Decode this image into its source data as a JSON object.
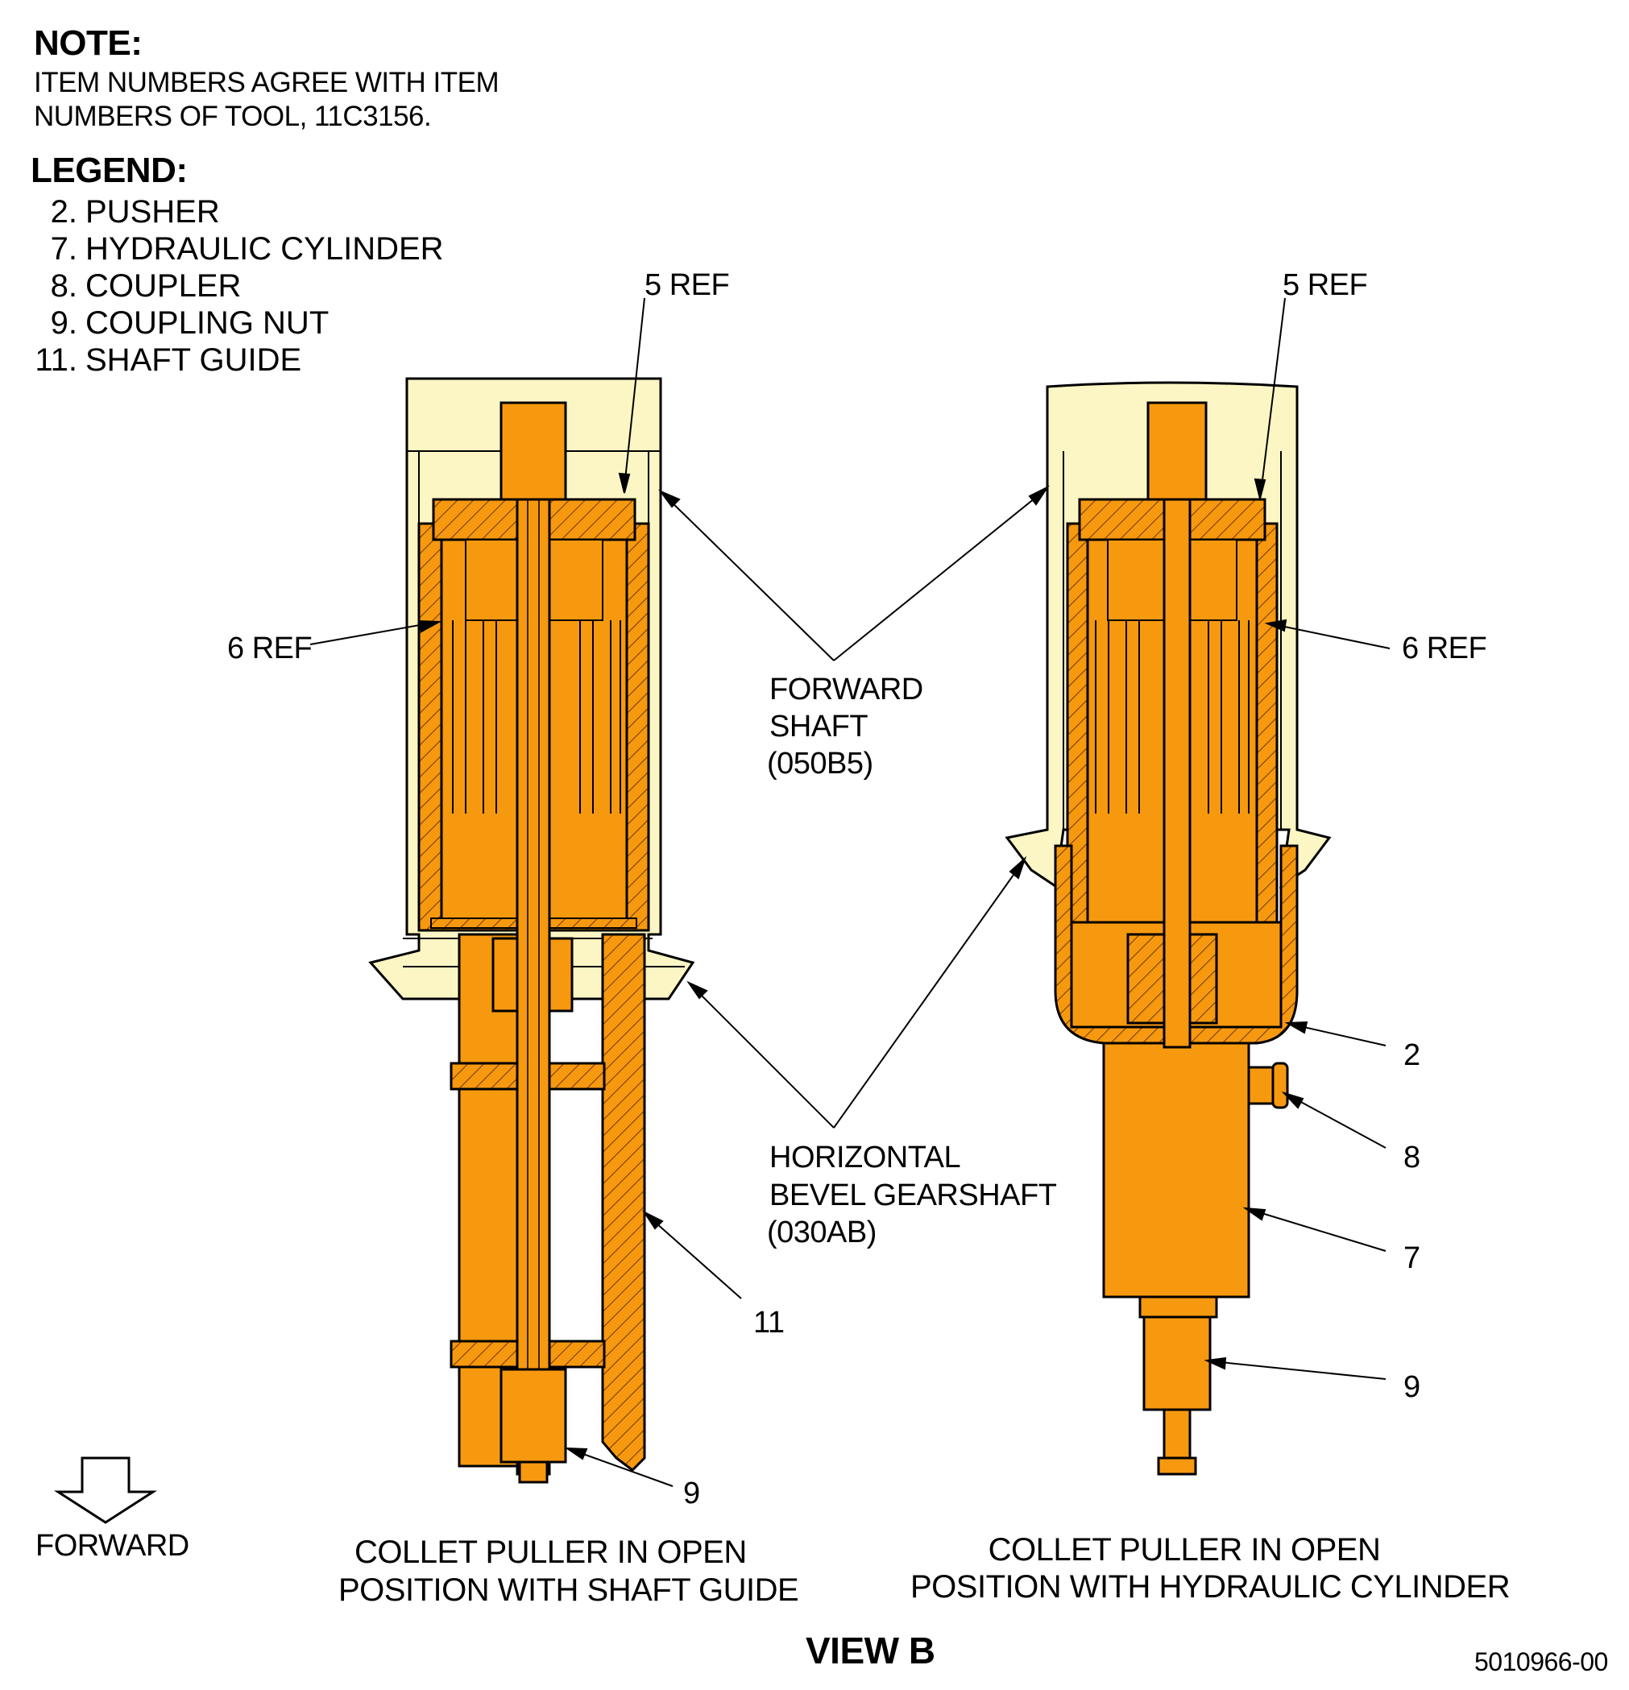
{
  "note": {
    "heading": "NOTE:",
    "line1": "ITEM NUMBERS AGREE WITH ITEM",
    "line2": "NUMBERS OF TOOL, 11C3156."
  },
  "legend": {
    "heading": "LEGEND:",
    "items": [
      {
        "num": "2.",
        "label": "PUSHER"
      },
      {
        "num": "7.",
        "label": "HYDRAULIC CYLINDER"
      },
      {
        "num": "8.",
        "label": "COUPLER"
      },
      {
        "num": "9.",
        "label": "COUPLING NUT"
      },
      {
        "num": "11.",
        "label": "SHAFT GUIDE"
      }
    ]
  },
  "callouts": {
    "ref5_left": "5 REF",
    "ref5_right": "5 REF",
    "ref6_left": "6 REF",
    "ref6_right": "6 REF",
    "forward_shaft": [
      "FORWARD",
      "SHAFT",
      "(050B5)"
    ],
    "horizontal_gearshaft": [
      "HORIZONTAL",
      "BEVEL GEARSHAFT",
      "(030AB)"
    ],
    "item11": "11",
    "item9_left": "9",
    "item2": "2",
    "item8": "8",
    "item7": "7",
    "item9_right": "9"
  },
  "forward_label": "FORWARD",
  "captions": {
    "left": [
      "COLLET PULLER IN OPEN",
      "POSITION WITH SHAFT GUIDE"
    ],
    "right": [
      "COLLET PULLER IN OPEN",
      "POSITION WITH HYDRAULIC CYLINDER"
    ]
  },
  "view_label": "VIEW B",
  "doc_number": "5010966-00",
  "colors": {
    "part_orange": "#F7990F",
    "housing_cream": "#FCF6C4",
    "line": "#000000"
  }
}
